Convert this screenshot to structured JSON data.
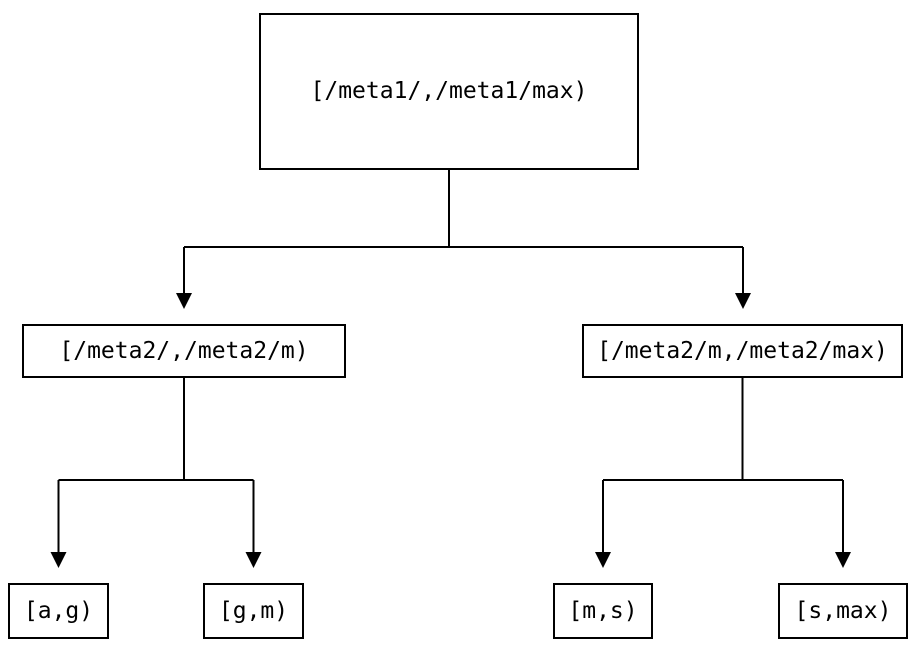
{
  "diagram": {
    "type": "tree",
    "nodes": {
      "root": {
        "label": "[/meta1/,/meta1/max)"
      },
      "left": {
        "label": "[/meta2/,/meta2/m)"
      },
      "right": {
        "label": "[/meta2/m,/meta2/max)"
      },
      "leaf_a_g": {
        "label": "[a,g)"
      },
      "leaf_g_m": {
        "label": "[g,m)"
      },
      "leaf_m_s": {
        "label": "[m,s)"
      },
      "leaf_s_max": {
        "label": "[s,max)"
      }
    },
    "edges": [
      {
        "from": "root",
        "to": "left"
      },
      {
        "from": "root",
        "to": "right"
      },
      {
        "from": "left",
        "to": "leaf_a_g"
      },
      {
        "from": "left",
        "to": "leaf_g_m"
      },
      {
        "from": "right",
        "to": "leaf_m_s"
      },
      {
        "from": "right",
        "to": "leaf_s_max"
      }
    ],
    "colors": {
      "line": "#000000",
      "text": "#000000",
      "background": "#ffffff"
    }
  }
}
